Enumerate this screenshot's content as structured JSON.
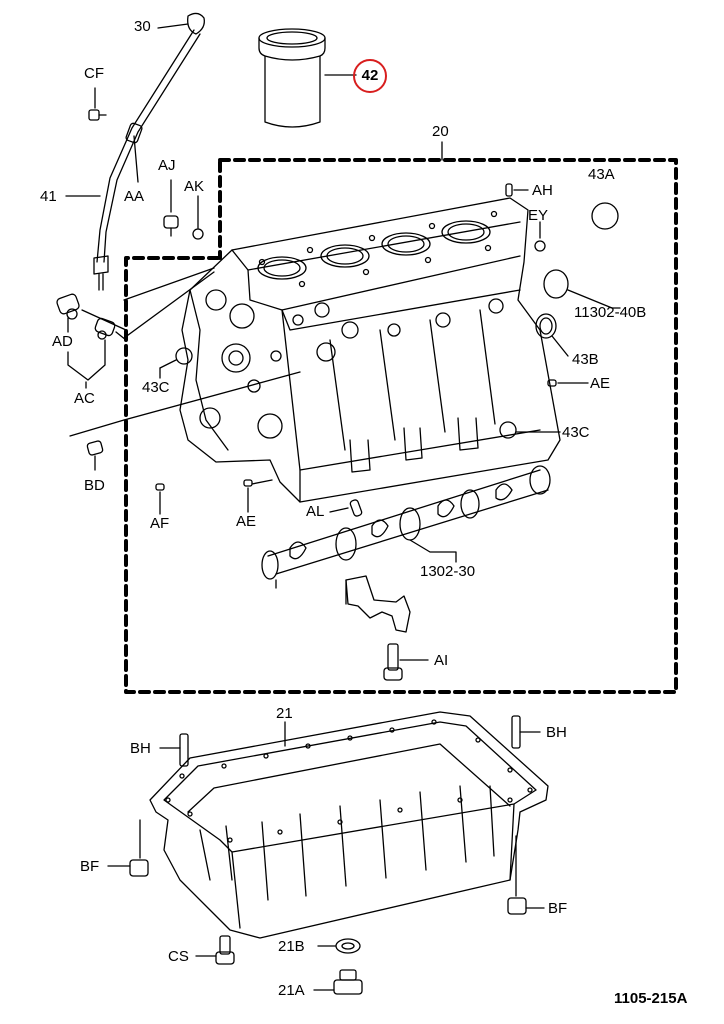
{
  "diagram": {
    "figure_number": "1105-215A",
    "highlight_color": "#d81e1e",
    "labels": {
      "p30": "30",
      "p42": "42",
      "p20": "20",
      "cf": "CF",
      "p41": "41",
      "aa": "AA",
      "aj": "AJ",
      "ak": "AK",
      "ah": "AH",
      "ey": "EY",
      "p43a": "43A",
      "p11302_40b": "11302-40B",
      "p43b": "43B",
      "ae_right": "AE",
      "p43c_right": "43C",
      "ad": "AD",
      "ac": "AC",
      "p43c_left": "43C",
      "bd": "BD",
      "af": "AF",
      "ae_left": "AE",
      "al": "AL",
      "p1302_30": "1302-30",
      "ai": "AI",
      "p21": "21",
      "bh_left": "BH",
      "bh_right": "BH",
      "bf_left": "BF",
      "bf_right": "BF",
      "cs": "CS",
      "p21b": "21B",
      "p21a": "21A"
    }
  }
}
